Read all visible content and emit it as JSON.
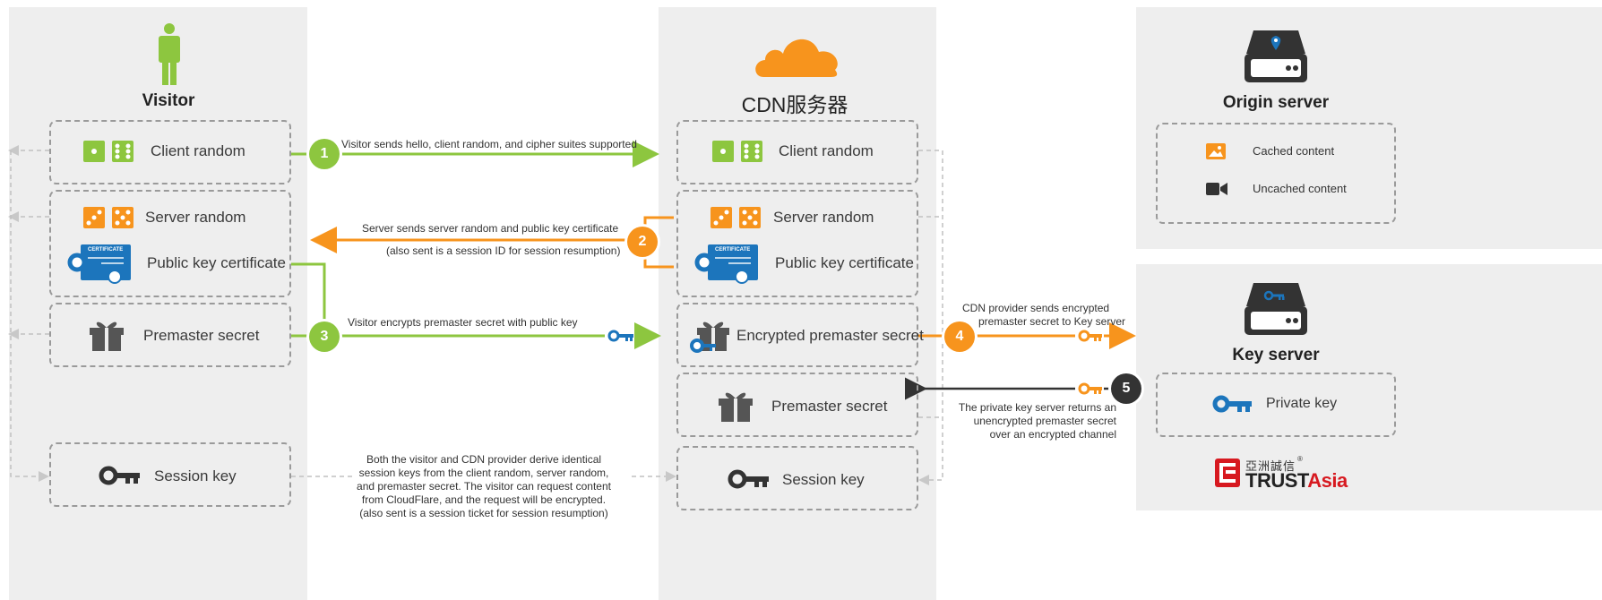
{
  "visitor": {
    "title": "Visitor",
    "client_random": "Client random",
    "server_random": "Server random",
    "public_key_certificate": "Public key certificate",
    "premaster_secret": "Premaster secret",
    "session_key": "Session key"
  },
  "cdn": {
    "title": "CDN服务器",
    "client_random": "Client random",
    "server_random": "Server random",
    "public_key_certificate": "Public key certificate",
    "encrypted_premaster_secret": "Encrypted premaster secret",
    "premaster_secret": "Premaster secret",
    "session_key": "Session key"
  },
  "origin": {
    "title": "Origin server",
    "cached": "Cached content",
    "uncached": "Uncached content"
  },
  "keyserver": {
    "title": "Key server",
    "private_key": "Private key"
  },
  "steps": {
    "s1": {
      "num": "1",
      "text": "Visitor sends hello, client random, and cipher suites supported"
    },
    "s2": {
      "num": "2",
      "text": "Server sends server random and public key certificate",
      "text2": "(also sent is a session ID for session resumption)"
    },
    "s3": {
      "num": "3",
      "text": "Visitor encrypts premaster secret with public key"
    },
    "s4": {
      "num": "4",
      "line1": "CDN provider sends encrypted",
      "line2": "premaster secret to Key server"
    },
    "s5": {
      "num": "5",
      "line1": "The private key server returns an",
      "line2": "unencrypted premaster secret",
      "line3": "over an encrypted channel"
    }
  },
  "session_note": {
    "line1": "Both the visitor and CDN provider derive identical",
    "line2": "session keys from the client random, server random,",
    "line3": "and premaster secret. The visitor can request content",
    "line4": "from CloudFlare, and the request will be encrypted.",
    "line5": "(also sent is a session ticket for session resumption)"
  },
  "certificate_text": "CERTIFICATE",
  "logo": {
    "cn": "亞洲誠信",
    "trust": "TRUST",
    "asia": "Asia",
    "mark": "®"
  },
  "colors": {
    "green": "#8dc63f",
    "orange": "#f7941d",
    "blue": "#1c75bc",
    "dark": "#333333",
    "panel": "#eeeeee"
  }
}
